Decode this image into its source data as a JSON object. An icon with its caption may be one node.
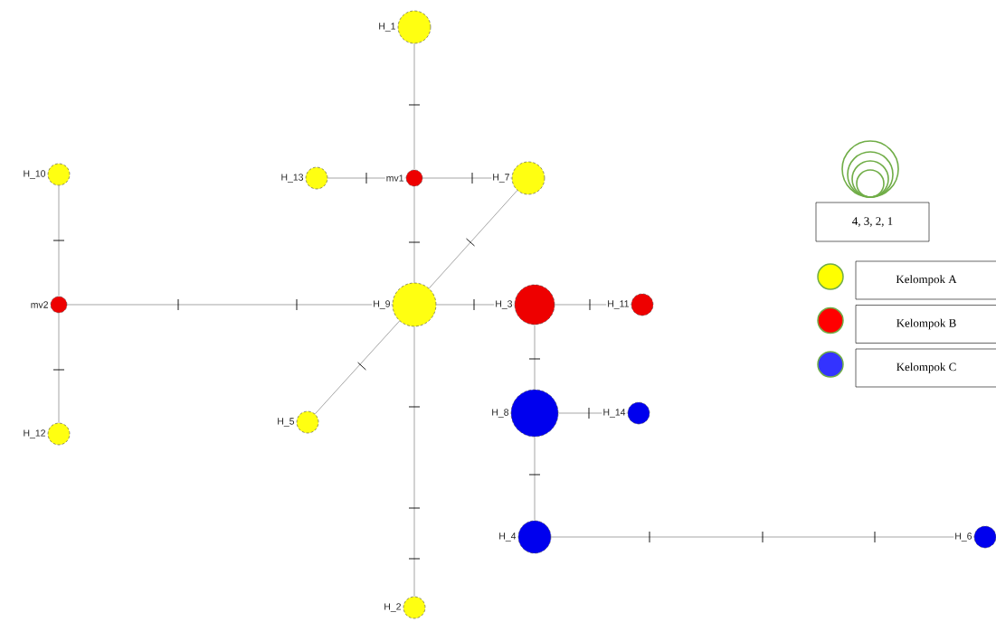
{
  "diagram": {
    "nodes": [
      {
        "text": [],
        "shape": "circle",
        "beside": [
          "H_1"
        ]
      },
      {
        "text": [],
        "shape": "circle",
        "beside": [
          "H_10"
        ]
      },
      {
        "text": [],
        "shape": "circle",
        "beside": [
          "H_13"
        ]
      },
      {
        "text": [],
        "shape": "circle",
        "beside": [
          "mv1"
        ]
      },
      {
        "text": [],
        "shape": "circle",
        "beside": [
          "H_7"
        ]
      },
      {
        "text": [],
        "shape": "circle",
        "beside": [
          "mv2"
        ]
      },
      {
        "text": [],
        "shape": "circle",
        "beside": [
          "H_9"
        ]
      },
      {
        "text": [],
        "shape": "circle",
        "beside": [
          "H_3"
        ]
      },
      {
        "text": [],
        "shape": "circle",
        "beside": [
          "H_11"
        ]
      },
      {
        "text": [],
        "shape": "circle",
        "beside": [
          "H_5"
        ]
      },
      {
        "text": [],
        "shape": "circle",
        "beside": [
          "H_8"
        ]
      },
      {
        "text": [],
        "shape": "circle",
        "beside": [
          "H_14"
        ]
      },
      {
        "text": [],
        "shape": "circle",
        "beside": [
          "H_12"
        ]
      },
      {
        "text": [],
        "shape": "circle",
        "beside": [
          "H_4"
        ]
      },
      {
        "text": [],
        "shape": "circle",
        "beside": [
          "H_6"
        ]
      },
      {
        "text": [],
        "shape": "circle",
        "beside": [
          "H_2"
        ]
      }
    ],
    "edges": [
      {
        "from": 0,
        "to": 3,
        "arrow": "none"
      },
      {
        "from": 2,
        "to": 3,
        "arrow": "none"
      },
      {
        "from": 3,
        "to": 4,
        "arrow": "none"
      },
      {
        "from": 3,
        "to": 6,
        "arrow": "none"
      },
      {
        "from": 4,
        "to": 6,
        "arrow": "none"
      },
      {
        "from": 1,
        "to": 5,
        "arrow": "none"
      },
      {
        "from": 5,
        "to": 6,
        "arrow": "none"
      },
      {
        "from": 5,
        "to": 12,
        "arrow": "none"
      },
      {
        "from": 6,
        "to": 7,
        "arrow": "none"
      },
      {
        "from": 7,
        "to": 8,
        "arrow": "none"
      },
      {
        "from": 6,
        "to": 9,
        "arrow": "none"
      },
      {
        "from": 6,
        "to": 15,
        "arrow": "none"
      },
      {
        "from": 7,
        "to": 10,
        "arrow": "none"
      },
      {
        "from": 10,
        "to": 11,
        "arrow": "none"
      },
      {
        "from": 10,
        "to": 13,
        "arrow": "none"
      },
      {
        "from": 13,
        "to": 14,
        "arrow": "none"
      }
    ],
    "legend": [
      {
        "text": "4, 3, 2, 1"
      },
      {
        "text": "Kelompok A",
        "color": "#ffff00"
      },
      {
        "text": "Kelompok B",
        "color": "#ff0000"
      },
      {
        "text": "Kelompok C",
        "color": "#3333ff"
      }
    ]
  }
}
